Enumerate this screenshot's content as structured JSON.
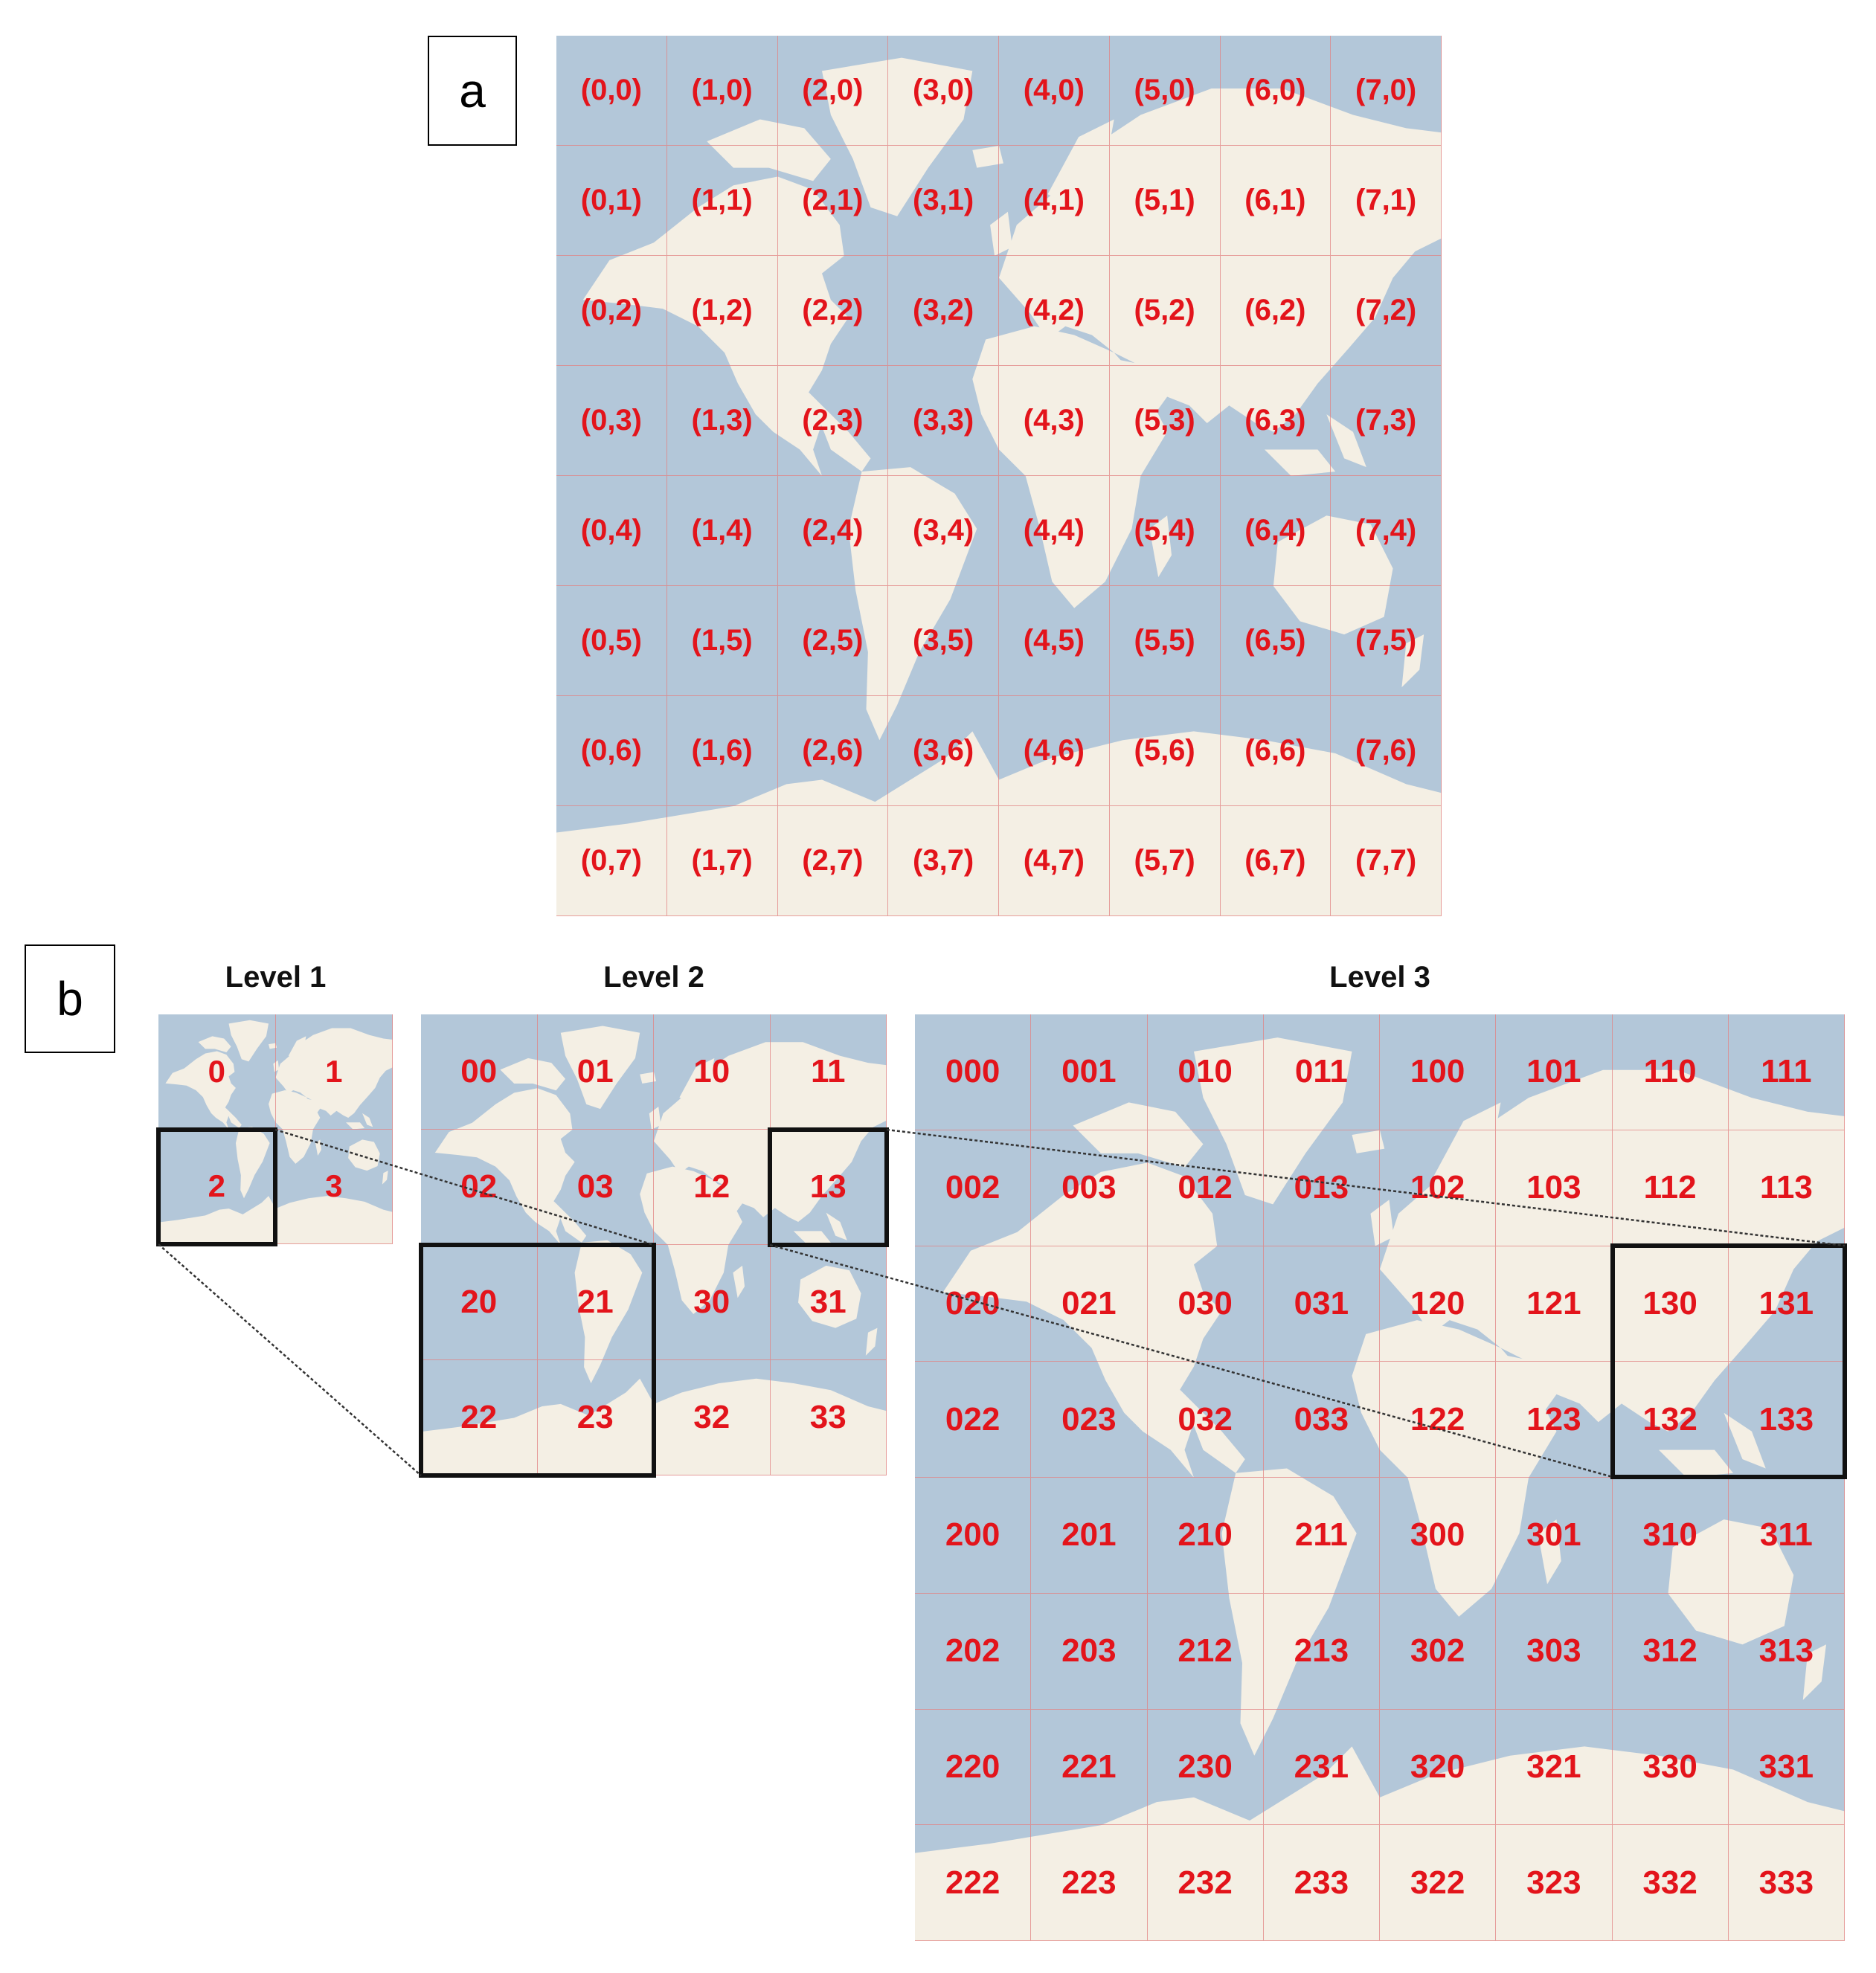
{
  "panel_a": {
    "label": "a",
    "cells": [
      [
        "(0,0)",
        "(1,0)",
        "(2,0)",
        "(3,0)",
        "(4,0)",
        "(5,0)",
        "(6,0)",
        "(7,0)"
      ],
      [
        "(0,1)",
        "(1,1)",
        "(2,1)",
        "(3,1)",
        "(4,1)",
        "(5,1)",
        "(6,1)",
        "(7,1)"
      ],
      [
        "(0,2)",
        "(1,2)",
        "(2,2)",
        "(3,2)",
        "(4,2)",
        "(5,2)",
        "(6,2)",
        "(7,2)"
      ],
      [
        "(0,3)",
        "(1,3)",
        "(2,3)",
        "(3,3)",
        "(4,3)",
        "(5,3)",
        "(6,3)",
        "(7,3)"
      ],
      [
        "(0,4)",
        "(1,4)",
        "(2,4)",
        "(3,4)",
        "(4,4)",
        "(5,4)",
        "(6,4)",
        "(7,4)"
      ],
      [
        "(0,5)",
        "(1,5)",
        "(2,5)",
        "(3,5)",
        "(4,5)",
        "(5,5)",
        "(6,5)",
        "(7,5)"
      ],
      [
        "(0,6)",
        "(1,6)",
        "(2,6)",
        "(3,6)",
        "(4,6)",
        "(5,6)",
        "(6,6)",
        "(7,6)"
      ],
      [
        "(0,7)",
        "(1,7)",
        "(2,7)",
        "(3,7)",
        "(4,7)",
        "(5,7)",
        "(6,7)",
        "(7,7)"
      ]
    ]
  },
  "panel_b": {
    "label": "b",
    "level1": {
      "title": "Level 1",
      "cells": [
        [
          "0",
          "1"
        ],
        [
          "2",
          "3"
        ]
      ]
    },
    "level2": {
      "title": "Level 2",
      "cells": [
        [
          "00",
          "01",
          "10",
          "11"
        ],
        [
          "02",
          "03",
          "12",
          "13"
        ],
        [
          "20",
          "21",
          "30",
          "31"
        ],
        [
          "22",
          "23",
          "32",
          "33"
        ]
      ]
    },
    "level3": {
      "title": "Level 3",
      "cells": [
        [
          "000",
          "001",
          "010",
          "011",
          "100",
          "101",
          "110",
          "111"
        ],
        [
          "002",
          "003",
          "012",
          "013",
          "102",
          "103",
          "112",
          "113"
        ],
        [
          "020",
          "021",
          "030",
          "031",
          "120",
          "121",
          "130",
          "131"
        ],
        [
          "022",
          "023",
          "032",
          "033",
          "122",
          "123",
          "132",
          "133"
        ],
        [
          "200",
          "201",
          "210",
          "211",
          "300",
          "301",
          "310",
          "311"
        ],
        [
          "202",
          "203",
          "212",
          "213",
          "302",
          "303",
          "312",
          "313"
        ],
        [
          "220",
          "221",
          "230",
          "231",
          "320",
          "321",
          "330",
          "331"
        ],
        [
          "222",
          "223",
          "232",
          "233",
          "322",
          "323",
          "332",
          "333"
        ]
      ]
    }
  },
  "colors": {
    "ocean": "#b3c7d9",
    "land": "#f4efe4",
    "label_red": "#e3141b",
    "grid_line": "#e28282"
  }
}
